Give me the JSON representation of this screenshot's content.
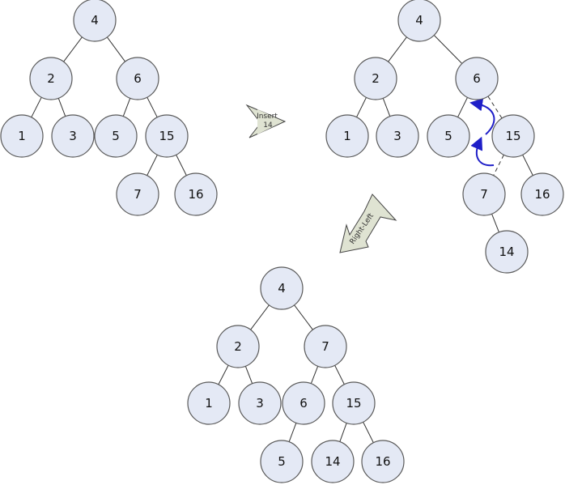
{
  "trees": [
    {
      "name": "original-tree",
      "nodes": [
        "4",
        "2",
        "6",
        "1",
        "3",
        "5",
        "15",
        "7",
        "16"
      ]
    },
    {
      "name": "after-insert-tree",
      "nodes": [
        "4",
        "2",
        "6",
        "1",
        "3",
        "5",
        "15",
        "7",
        "16",
        "14"
      ]
    },
    {
      "name": "after-rotation-tree",
      "nodes": [
        "4",
        "2",
        "7",
        "1",
        "3",
        "6",
        "15",
        "5",
        "14",
        "16"
      ]
    }
  ],
  "arrows": {
    "insert": {
      "line1": "Insert",
      "line2": "14"
    },
    "rotation": {
      "label": "Right-Left"
    }
  },
  "colors": {
    "node_fill": "#e4e9f5",
    "rotation_arrow": "#1f1fc8",
    "arrow_fill": "#dfe3d2"
  }
}
